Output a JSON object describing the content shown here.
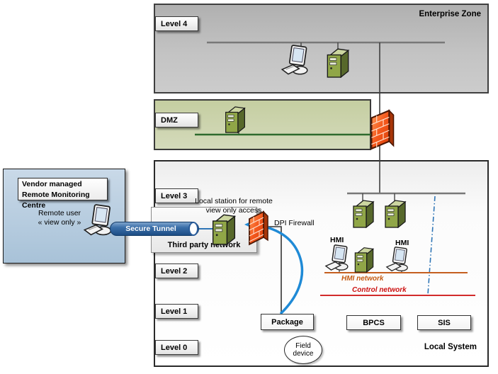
{
  "enterprise_zone": {
    "title": "Enterprise Zone",
    "level_label": "Level 4"
  },
  "dmz_zone": {
    "label": "DMZ"
  },
  "local_system": {
    "title": "Local System",
    "level_labels": [
      "Level 3",
      "Level 2",
      "Level 1",
      "Level 0"
    ],
    "hmi_label_left": "HMI",
    "hmi_label_right": "HMI",
    "hmi_network_label": "HMI network",
    "control_network_label": "Control network",
    "package_label": "Package",
    "bpcs_label": "BPCS",
    "sis_label": "SIS",
    "field_device_line1": "Field",
    "field_device_line2": "device"
  },
  "vendor_centre": {
    "title_line1": "Vendor managed",
    "title_line2": "Remote Monitoring Centre",
    "remote_user_line1": "Remote user",
    "remote_user_line2": "« view only »"
  },
  "remote_access": {
    "secure_tunnel_label": "Secure Tunnel",
    "third_party_label": "Third party network",
    "local_station_line1": "Local station for remote",
    "local_station_line2": "view only access",
    "dpi_firewall_label": "DPI Firewall"
  },
  "colors": {
    "hmi_network_orange": "#c55a11",
    "control_network_red": "#cc1111",
    "secure_tunnel_blue": "#2a5d9b",
    "arrow_blue": "#1f8ad6",
    "safety_dash_blue": "#2e75b6",
    "firewall_orange": "#f4581c",
    "server_green": "#8fa642"
  }
}
